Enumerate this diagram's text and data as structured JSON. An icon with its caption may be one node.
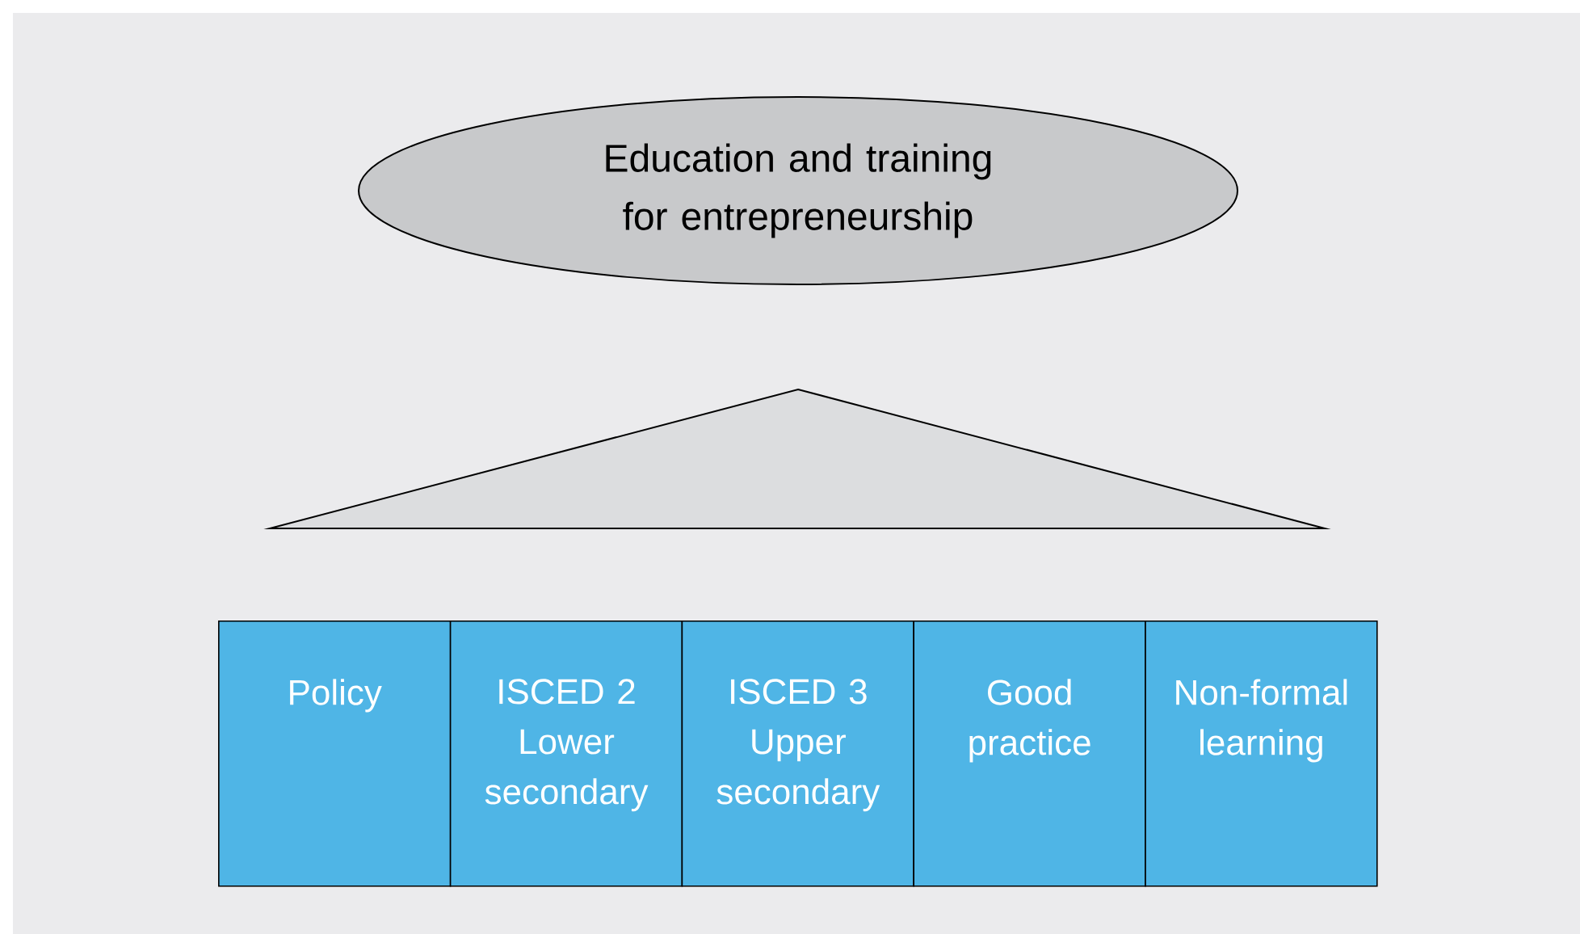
{
  "diagram": {
    "nodes": [
      {
        "text": [
          "Education and training for entrepreneurship"
        ]
      },
      {
        "text": [],
        "shape": "triangle"
      },
      {
        "text": [
          "Policy"
        ]
      },
      {
        "text": [
          "ISCED 2",
          "Lower secondary"
        ]
      },
      {
        "text": [
          "ISCED 3",
          "Upper secondary"
        ]
      },
      {
        "text": [
          "Good practice"
        ]
      },
      {
        "text": [
          "Non-formal learning"
        ]
      }
    ]
  }
}
